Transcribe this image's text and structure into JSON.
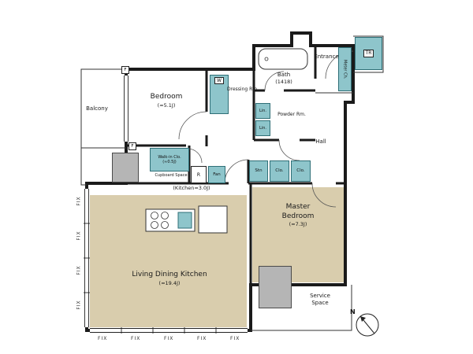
{
  "colors": {
    "room_fill": "#d9cdad",
    "fixture_fill": "#8ec5cb",
    "shaft_fill": "#b5b5b5",
    "wall": "#1a1a1a"
  },
  "rooms": {
    "balcony": {
      "name": "Balcony"
    },
    "bedroom": {
      "name": "Bedroom",
      "size": "(≈5.1J)"
    },
    "bath": {
      "name": "Bath",
      "size": "(1418)"
    },
    "dressing": {
      "name": "Dressing Rm."
    },
    "powder": {
      "name": "Powder Rm."
    },
    "entrance": {
      "name": "Entrance"
    },
    "hall": {
      "name": "Hall"
    },
    "master_bedroom": {
      "name": "Master Bedroom",
      "size": "(≈7.3J)"
    },
    "ldk": {
      "name": "Living Dining Kitchen",
      "size": "(≈19.4J)",
      "kitchen_note": "(Kitchen≈3.0J)"
    },
    "service": {
      "name": "Service Space"
    }
  },
  "fixtures": {
    "washer": "W",
    "linen1": "Lin.",
    "linen2": "Lin.",
    "meter": "Meter Ch.",
    "trunk": "TR",
    "walkin_closet": {
      "name": "Walk-in Clo.",
      "size": "(≈0.5J)"
    },
    "stn": "Stn",
    "closet1": "Clo.",
    "closet2": "Clo.",
    "fan": "Fan",
    "fridge": "R",
    "cupboard": "Cupboard Space",
    "fire1": "F",
    "fire2": "F"
  },
  "windows": {
    "left": [
      "FIX",
      "FIX",
      "FIX",
      "FIX"
    ],
    "bottom": [
      "FIX",
      "FIX",
      "FIX",
      "FIX",
      "FIX"
    ]
  },
  "compass": {
    "north": "N"
  }
}
